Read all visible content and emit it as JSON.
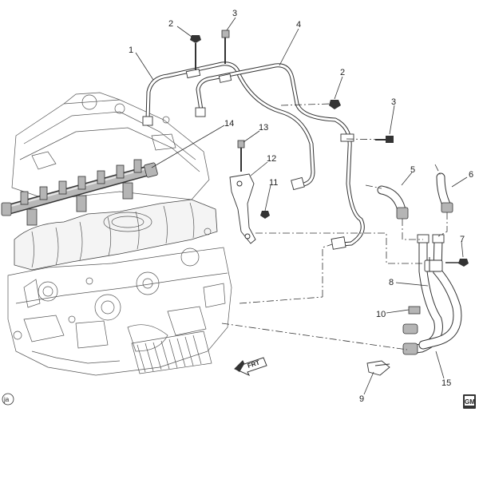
{
  "callouts": [
    {
      "id": "c1",
      "label": "1"
    },
    {
      "id": "c2a",
      "label": "2"
    },
    {
      "id": "c3a",
      "label": "3"
    },
    {
      "id": "c4",
      "label": "4"
    },
    {
      "id": "c2b",
      "label": "2"
    },
    {
      "id": "c3b",
      "label": "3"
    },
    {
      "id": "c13",
      "label": "13"
    },
    {
      "id": "c14",
      "label": "14"
    },
    {
      "id": "c12",
      "label": "12"
    },
    {
      "id": "c11",
      "label": "11"
    },
    {
      "id": "c5",
      "label": "5"
    },
    {
      "id": "c6",
      "label": "6"
    },
    {
      "id": "c7",
      "label": "7"
    },
    {
      "id": "c8",
      "label": "8"
    },
    {
      "id": "c10",
      "label": "10"
    },
    {
      "id": "c15",
      "label": "15"
    },
    {
      "id": "c9",
      "label": "9"
    }
  ],
  "front_arrow": {
    "label": "FRT"
  },
  "corner_badge": {
    "label": "ja"
  },
  "gm_logo": {
    "label": "GM"
  }
}
